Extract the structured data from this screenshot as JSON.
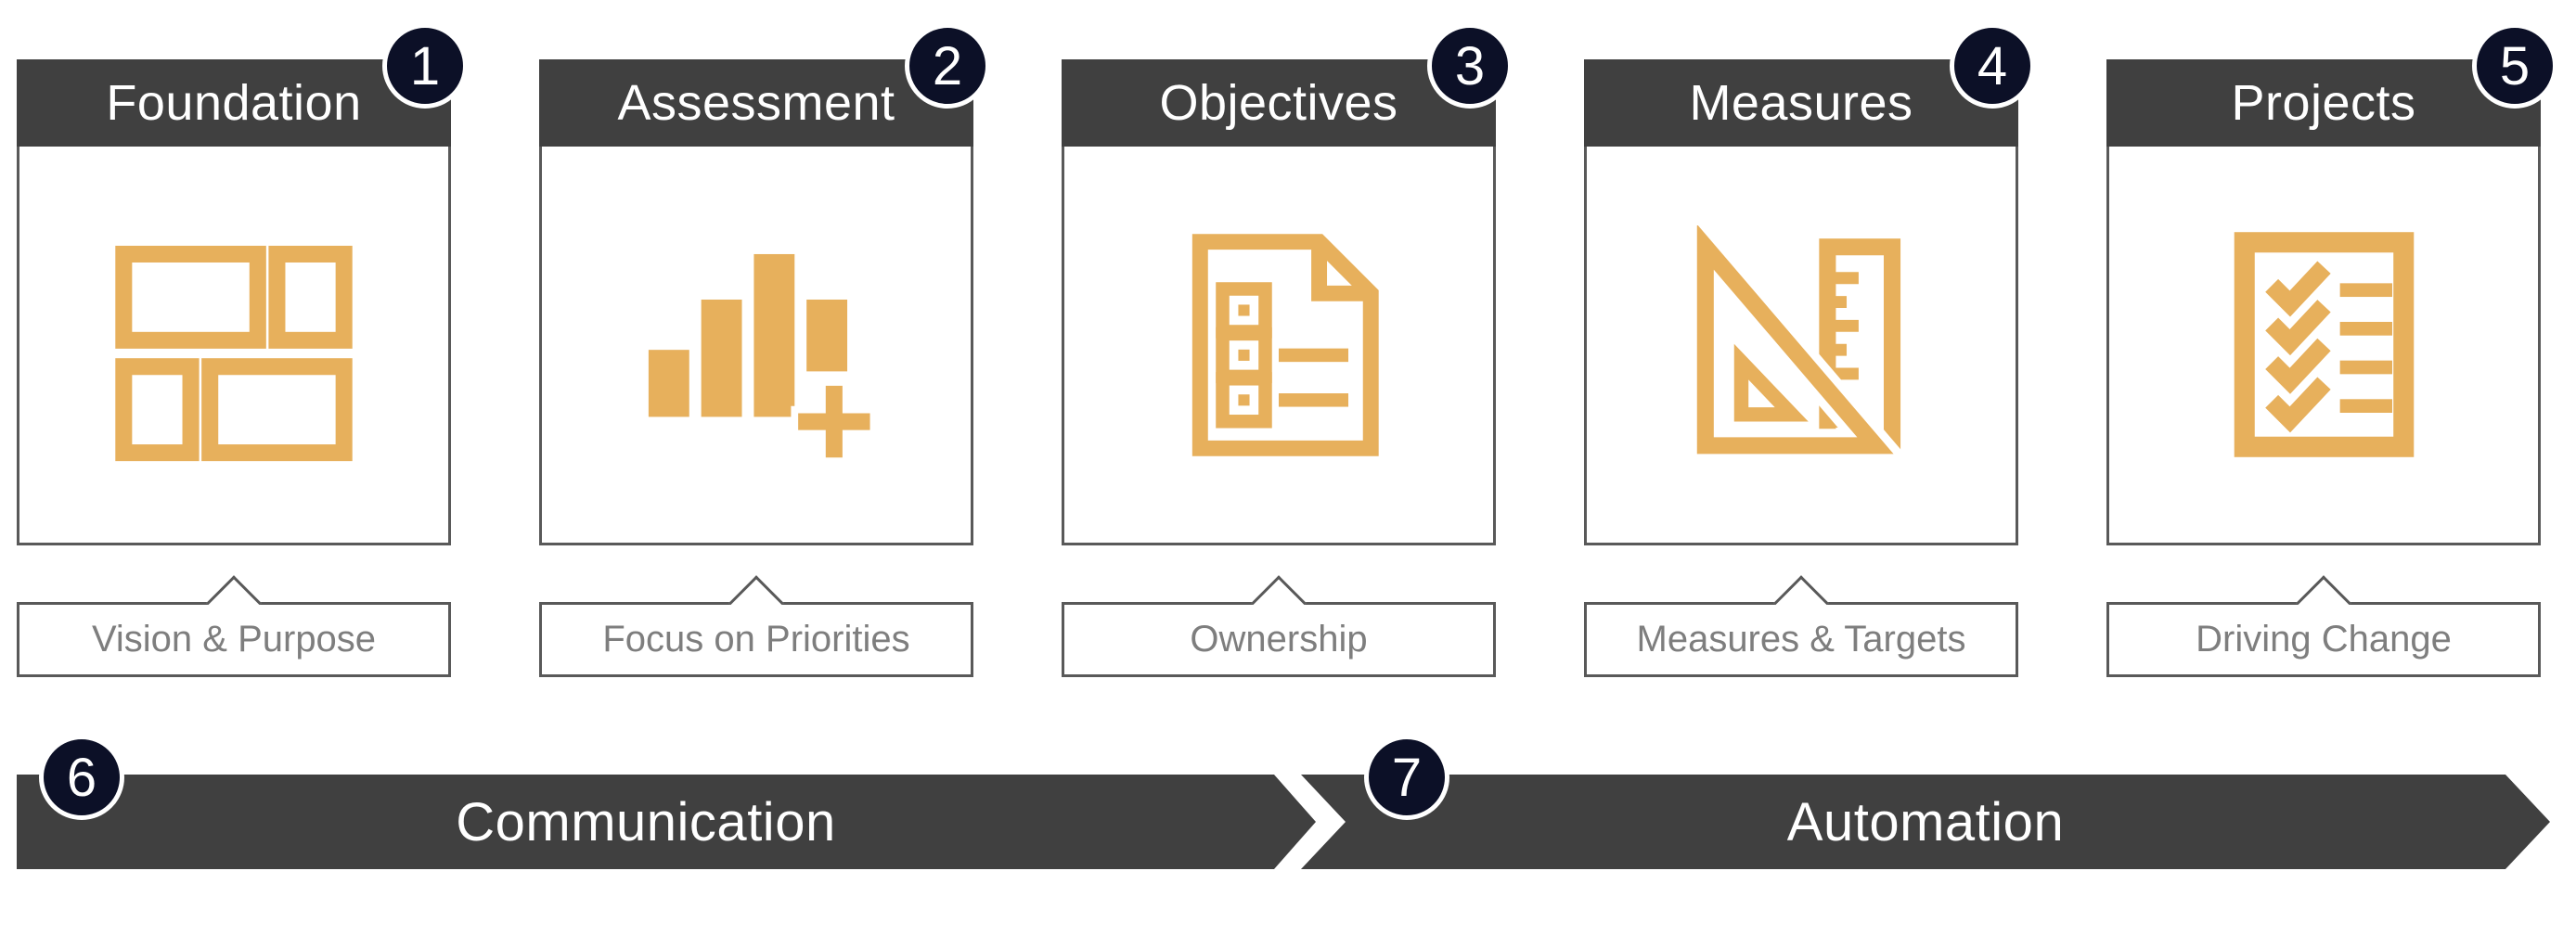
{
  "steps": [
    {
      "number": "1",
      "title": "Foundation",
      "subtitle": "Vision & Purpose",
      "icon": "foundation-blocks-icon"
    },
    {
      "number": "2",
      "title": "Assessment",
      "subtitle": "Focus on Priorities",
      "icon": "bar-chart-plus-icon"
    },
    {
      "number": "3",
      "title": "Objectives",
      "subtitle": "Ownership",
      "icon": "document-checklist-icon"
    },
    {
      "number": "4",
      "title": "Measures",
      "subtitle": "Measures & Targets",
      "icon": "set-square-ruler-icon"
    },
    {
      "number": "5",
      "title": "Projects",
      "subtitle": "Driving Change",
      "icon": "task-checklist-icon"
    }
  ],
  "banners": [
    {
      "number": "6",
      "label": "Communication"
    },
    {
      "number": "7",
      "label": "Automation"
    }
  ],
  "colors": {
    "accent_orange": "#E7B05C",
    "bar_gray": "#404040",
    "badge_navy": "#0C1027",
    "border_gray": "#595959",
    "subtitle_text_gray": "#7E7E7E"
  }
}
